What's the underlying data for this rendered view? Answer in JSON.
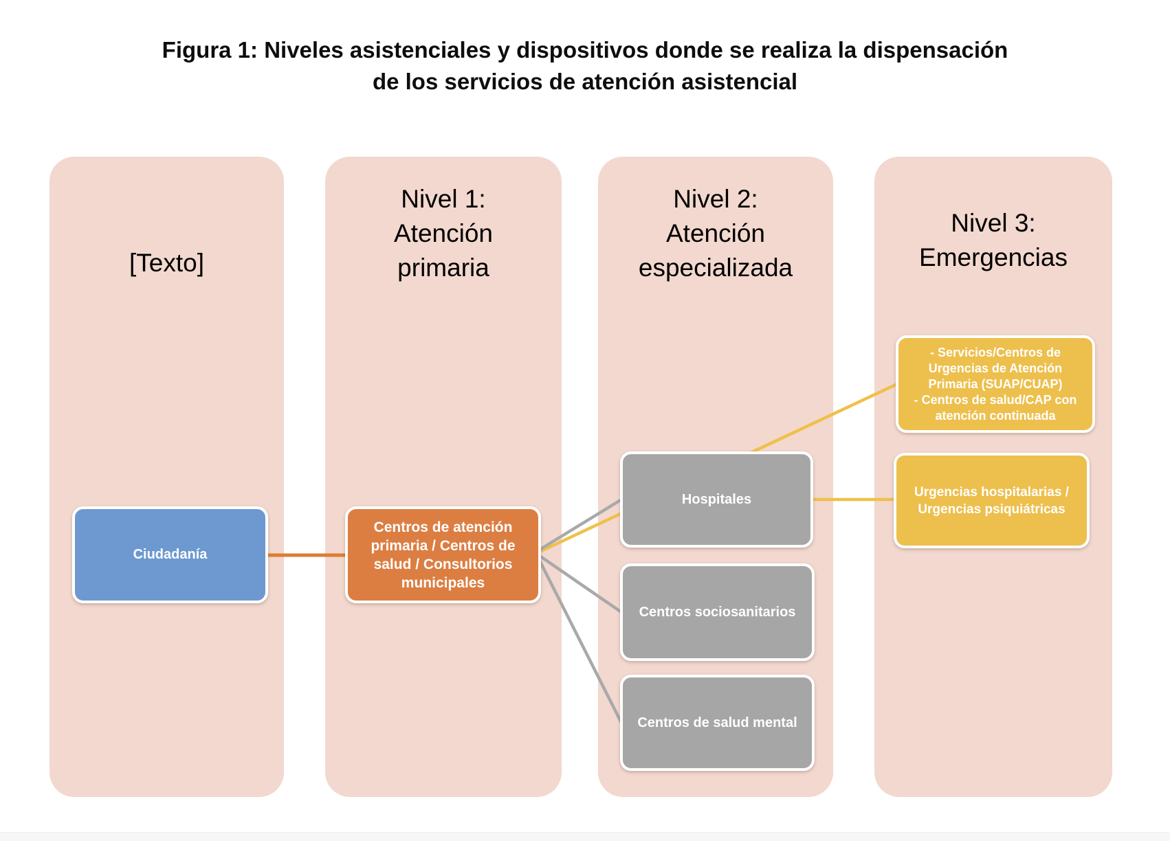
{
  "figure": {
    "title_line1": "Figura 1: Niveles asistenciales y dispositivos donde se realiza la dispensación",
    "title_line2": "de los servicios de atención asistencial"
  },
  "columns": [
    {
      "id": "texto",
      "header_lines": [
        "[Texto]"
      ]
    },
    {
      "id": "nivel1",
      "header_lines": [
        "Nivel 1:",
        "Atención",
        "primaria"
      ]
    },
    {
      "id": "nivel2",
      "header_lines": [
        "Nivel 2:",
        "Atención",
        "especializada"
      ]
    },
    {
      "id": "nivel3",
      "header_lines": [
        "Nivel 3:",
        "Emergencias"
      ]
    }
  ],
  "nodes": {
    "ciudadania": {
      "label": "Ciudadanía"
    },
    "primaria": {
      "label": "Centros de atención primaria / Centros de salud / Consultorios municipales"
    },
    "hospitales": {
      "label": "Hospitales"
    },
    "sociosanitarios": {
      "label": "Centros sociosanitarios"
    },
    "salud_mental": {
      "label": "Centros de salud mental"
    },
    "urgencias_ap": {
      "line1": "- Servicios/Centros de Urgencias de Atención Primaria (SUAP/CUAP)",
      "line2": "- Centros de salud/CAP con atención continuada"
    },
    "urgencias_hosp": {
      "label": "Urgencias hospitalarias / Urgencias psiquiátricas"
    }
  },
  "connectors": [
    {
      "from": "ciudadania",
      "to": "primaria",
      "color_key": "orange_line"
    },
    {
      "from": "primaria",
      "to": "hospitales",
      "color_key": "gray_line"
    },
    {
      "from": "primaria",
      "to": "sociosanitarios",
      "color_key": "gray_line"
    },
    {
      "from": "primaria",
      "to": "salud_mental",
      "color_key": "gray_line"
    },
    {
      "from": "primaria",
      "to": "urgencias_ap",
      "color_key": "yellow_line"
    },
    {
      "from": "hospitales",
      "to": "urgencias_hosp",
      "color_key": "yellow_line"
    }
  ],
  "colors": {
    "column_bg": "#F2D8CE",
    "blue_node": "#6D99D0",
    "orange_node": "#DC7E42",
    "gray_node": "#A6A6A6",
    "yellow_node": "#EDBF4C",
    "orange_line": "#DD7C31",
    "gray_line": "#A9A9A9",
    "yellow_line": "#EFC04A",
    "node_text": "#FFFFFF",
    "header_text": "#000000"
  }
}
